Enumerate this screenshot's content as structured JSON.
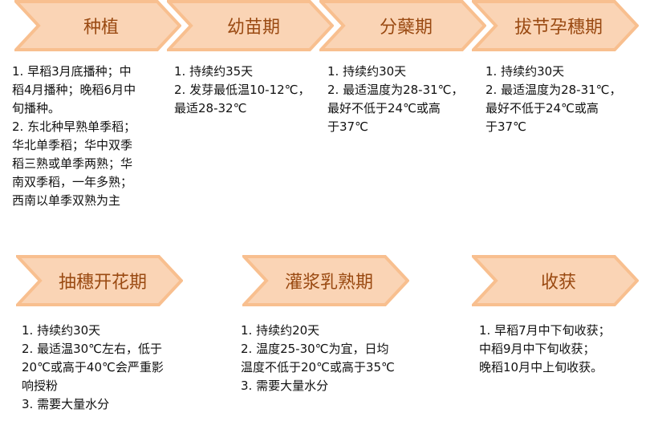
{
  "colors": {
    "chevron_fill": "#FAD4B5",
    "chevron_border": "#F8BF8F",
    "chevron_text": "#9A4A12"
  },
  "stages": [
    {
      "title": "种植",
      "lines": [
        "1. 早稻3月底播种；中",
        "稻4月播种；晚稻6月中",
        "旬播种。",
        "2. 东北种早熟单季稻；",
        "华北单季稻；华中双季",
        "稻三熟或单季两熟；华",
        "南双季稻，一年多熟；",
        "西南以单季双熟为主"
      ]
    },
    {
      "title": "幼苗期",
      "lines": [
        "1. 持续约35天",
        "2. 发芽最低温10-12℃，",
        "最适28-32℃"
      ]
    },
    {
      "title": "分蘖期",
      "lines": [
        "1. 持续约30天",
        "2. 最适温度为28-31℃，",
        "最好不低于24℃或高",
        "于37℃"
      ]
    },
    {
      "title": "拔节孕穗期",
      "lines": [
        "1. 持续约30天",
        "2. 最适温度为28-31℃，",
        "最好不低于24℃或高",
        "于37℃"
      ]
    },
    {
      "title": "抽穗开花期",
      "lines": [
        "1. 持续约30天",
        "2. 最适温30℃左右，低于",
        "20℃或高于40℃会严重影",
        "响授粉",
        "3. 需要大量水分"
      ]
    },
    {
      "title": "灌浆乳熟期",
      "lines": [
        "1. 持续约20天",
        "2. 温度25-30℃为宜，日均",
        "温度不低于20℃或高于35℃",
        "3. 需要大量水分"
      ]
    },
    {
      "title": "收获",
      "lines": [
        "1. 早稻7月中下旬收获；",
        "中稻9月中下旬收获；",
        "晚稻10月中上旬收获。"
      ]
    }
  ]
}
